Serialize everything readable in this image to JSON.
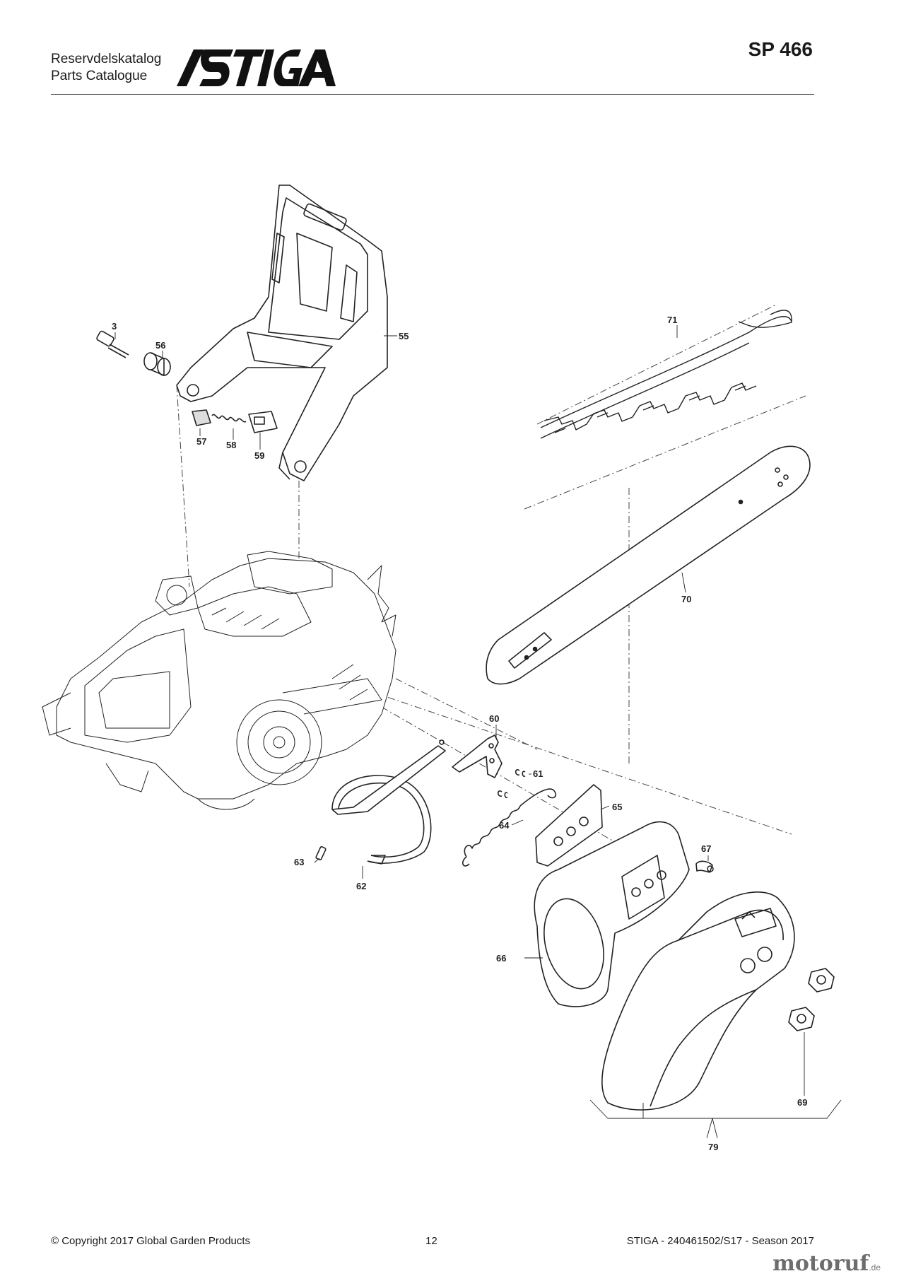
{
  "header": {
    "catalog_sv": "Reservdelskatalog",
    "catalog_en": "Parts Catalogue",
    "brand": "STIGA",
    "model": "SP 466"
  },
  "diagram": {
    "callouts": [
      {
        "id": "c3",
        "label": "3"
      },
      {
        "id": "c55",
        "label": "55"
      },
      {
        "id": "c56",
        "label": "56"
      },
      {
        "id": "c57",
        "label": "57"
      },
      {
        "id": "c58",
        "label": "58"
      },
      {
        "id": "c59",
        "label": "59"
      },
      {
        "id": "c60",
        "label": "60"
      },
      {
        "id": "c61",
        "label": "61"
      },
      {
        "id": "c62",
        "label": "62"
      },
      {
        "id": "c63",
        "label": "63"
      },
      {
        "id": "c64",
        "label": "64"
      },
      {
        "id": "c65",
        "label": "65"
      },
      {
        "id": "c66",
        "label": "66"
      },
      {
        "id": "c67",
        "label": "67"
      },
      {
        "id": "c69",
        "label": "69"
      },
      {
        "id": "c70",
        "label": "70"
      },
      {
        "id": "c71",
        "label": "71"
      },
      {
        "id": "c79",
        "label": "79"
      }
    ]
  },
  "footer": {
    "copyright": "© Copyright 2017 Global Garden Products",
    "page": "12",
    "doc": "STIGA - 240461502/S17 - Season 2017"
  },
  "watermark": {
    "name": "motoruf",
    "tld": ".de"
  }
}
